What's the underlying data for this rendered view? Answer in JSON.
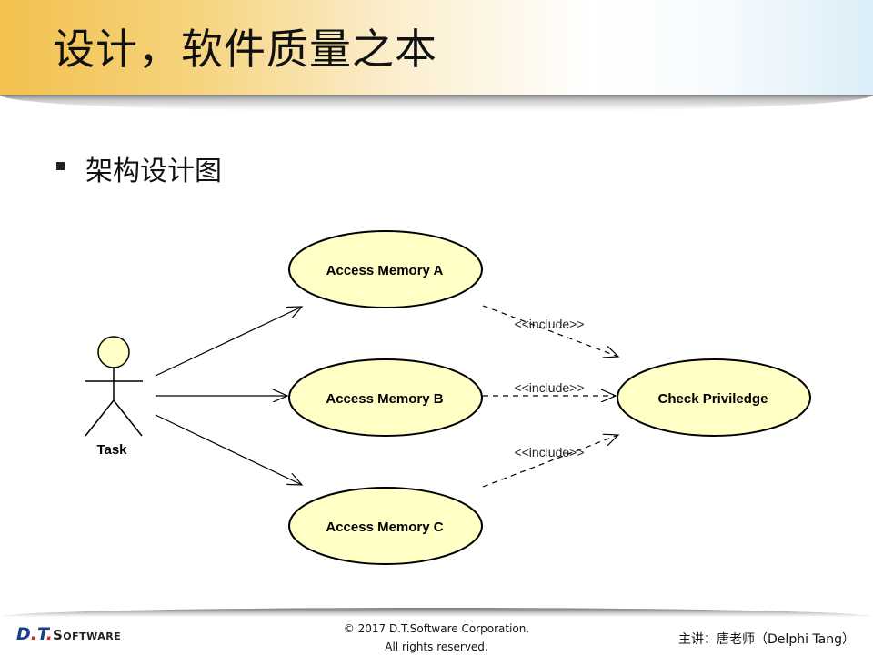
{
  "slide": {
    "title": "设计，软件质量之本",
    "bullet": "架构设计图"
  },
  "diagram": {
    "actor": {
      "label": "Task"
    },
    "use_cases": [
      {
        "label": "Access Memory A"
      },
      {
        "label": "Access Memory B"
      },
      {
        "label": "Access Memory C"
      },
      {
        "label": "Check Priviledge"
      }
    ],
    "include_labels": [
      "<<include>>",
      "<<include>>",
      "<<include>>"
    ],
    "colors": {
      "ellipse_fill": "#ffffc6",
      "stroke": "#000000",
      "actor_head": "#ffffc6"
    }
  },
  "footer": {
    "logo": {
      "part1": "D",
      "dot1": ".",
      "part2": "T",
      "dot2": ".",
      "part3": "Software"
    },
    "copyright_line1": "© 2017 D.T.Software Corporation.",
    "copyright_line2": "All rights reserved.",
    "presenter": "主讲：唐老师（Delphi Tang）"
  }
}
